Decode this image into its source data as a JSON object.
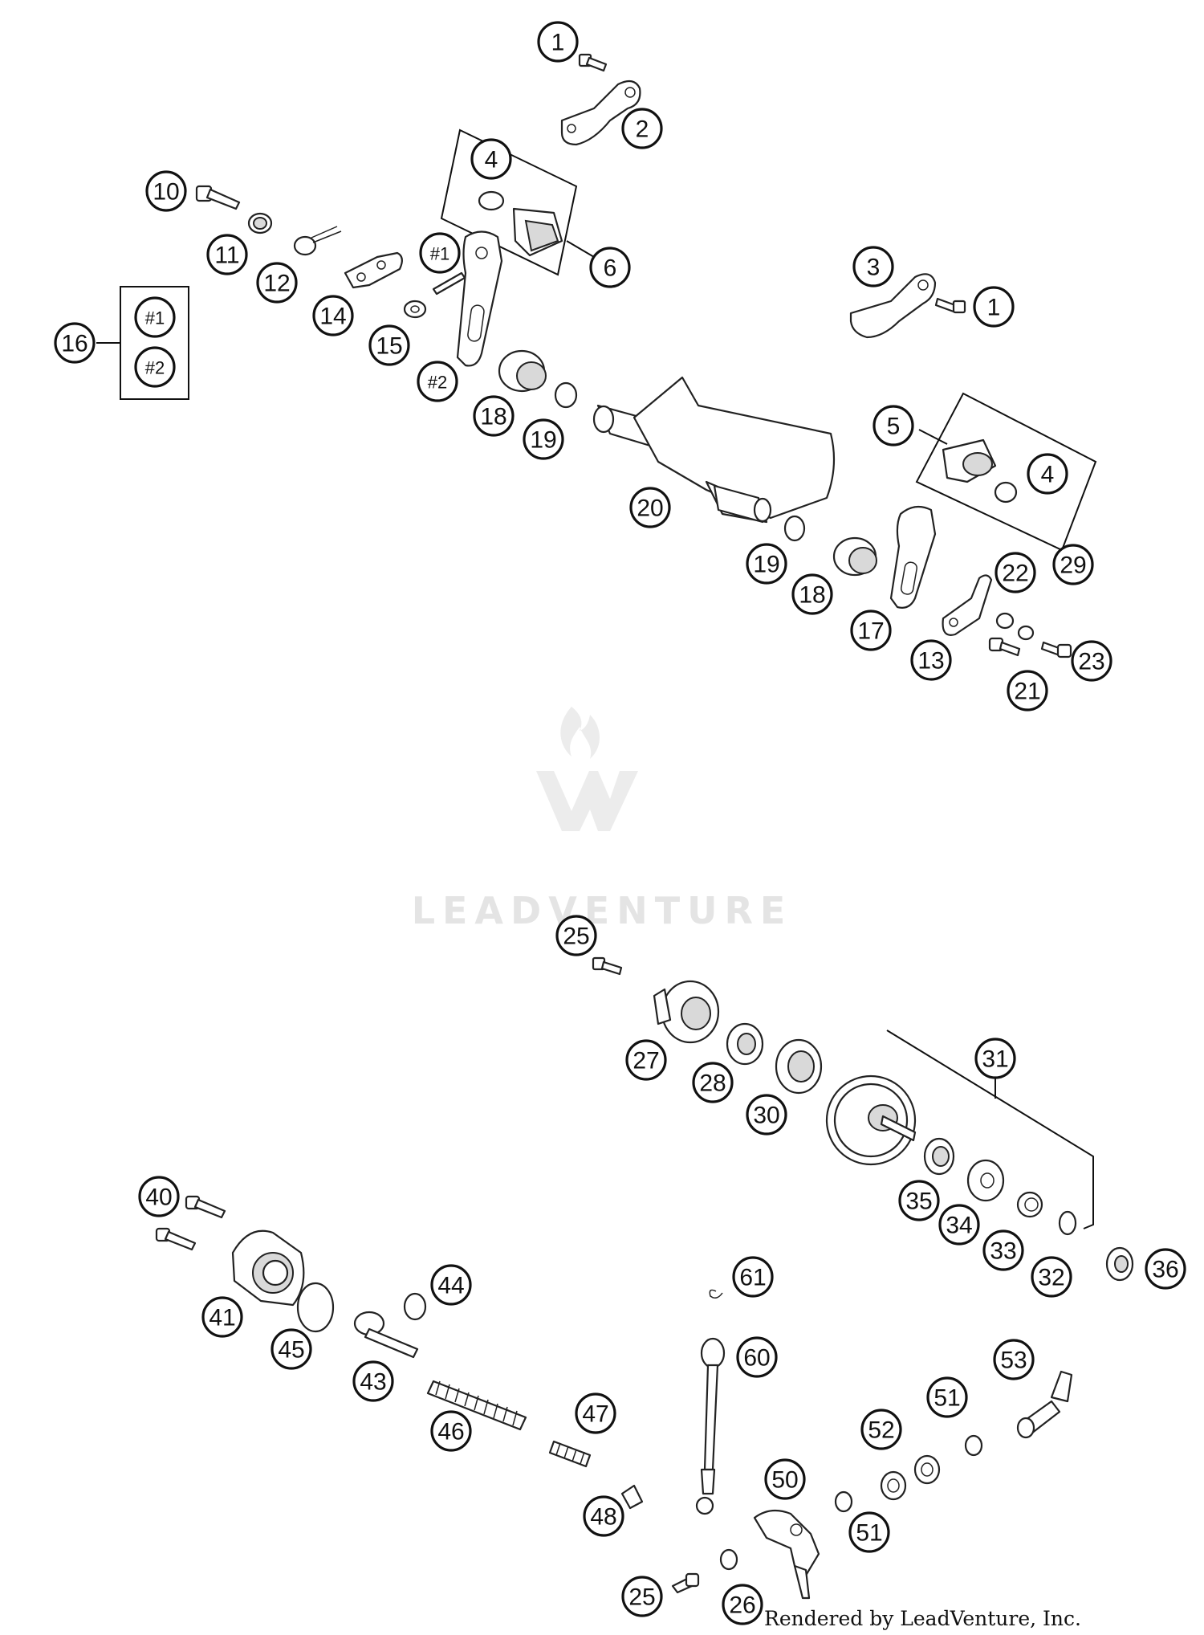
{
  "watermark": {
    "text": "LEADVENTURE"
  },
  "credit": "Rendered by LeadVenture, Inc.",
  "callouts": [
    {
      "id": "c1a",
      "label": "1"
    },
    {
      "id": "c2",
      "label": "2"
    },
    {
      "id": "c4a",
      "label": "4"
    },
    {
      "id": "c6",
      "label": "6"
    },
    {
      "id": "c10",
      "label": "10"
    },
    {
      "id": "c11",
      "label": "11"
    },
    {
      "id": "c12",
      "label": "12"
    },
    {
      "id": "c14",
      "label": "14"
    },
    {
      "id": "c15",
      "label": "15"
    },
    {
      "id": "cH1",
      "label": "#1"
    },
    {
      "id": "cH2",
      "label": "#2"
    },
    {
      "id": "c16",
      "label": "16"
    },
    {
      "id": "c16h1",
      "label": "#1"
    },
    {
      "id": "c16h2",
      "label": "#2"
    },
    {
      "id": "c18a",
      "label": "18"
    },
    {
      "id": "c19a",
      "label": "19"
    },
    {
      "id": "c3",
      "label": "3"
    },
    {
      "id": "c1b",
      "label": "1"
    },
    {
      "id": "c5",
      "label": "5"
    },
    {
      "id": "c4b",
      "label": "4"
    },
    {
      "id": "c20",
      "label": "20"
    },
    {
      "id": "c19b",
      "label": "19"
    },
    {
      "id": "c18b",
      "label": "18"
    },
    {
      "id": "c17",
      "label": "17"
    },
    {
      "id": "c13",
      "label": "13"
    },
    {
      "id": "c22",
      "label": "22"
    },
    {
      "id": "c29",
      "label": "29"
    },
    {
      "id": "c21",
      "label": "21"
    },
    {
      "id": "c23",
      "label": "23"
    },
    {
      "id": "c25a",
      "label": "25"
    },
    {
      "id": "c27",
      "label": "27"
    },
    {
      "id": "c28",
      "label": "28"
    },
    {
      "id": "c30",
      "label": "30"
    },
    {
      "id": "c31",
      "label": "31"
    },
    {
      "id": "c35",
      "label": "35"
    },
    {
      "id": "c34",
      "label": "34"
    },
    {
      "id": "c33",
      "label": "33"
    },
    {
      "id": "c32",
      "label": "32"
    },
    {
      "id": "c36",
      "label": "36"
    },
    {
      "id": "c40",
      "label": "40"
    },
    {
      "id": "c41",
      "label": "41"
    },
    {
      "id": "c45",
      "label": "45"
    },
    {
      "id": "c44",
      "label": "44"
    },
    {
      "id": "c43",
      "label": "43"
    },
    {
      "id": "c46",
      "label": "46"
    },
    {
      "id": "c47",
      "label": "47"
    },
    {
      "id": "c48",
      "label": "48"
    },
    {
      "id": "c61",
      "label": "61"
    },
    {
      "id": "c60",
      "label": "60"
    },
    {
      "id": "c53",
      "label": "53"
    },
    {
      "id": "c51a",
      "label": "51"
    },
    {
      "id": "c52",
      "label": "52"
    },
    {
      "id": "c50",
      "label": "50"
    },
    {
      "id": "c51b",
      "label": "51"
    },
    {
      "id": "c25b",
      "label": "25"
    },
    {
      "id": "c26",
      "label": "26"
    }
  ]
}
